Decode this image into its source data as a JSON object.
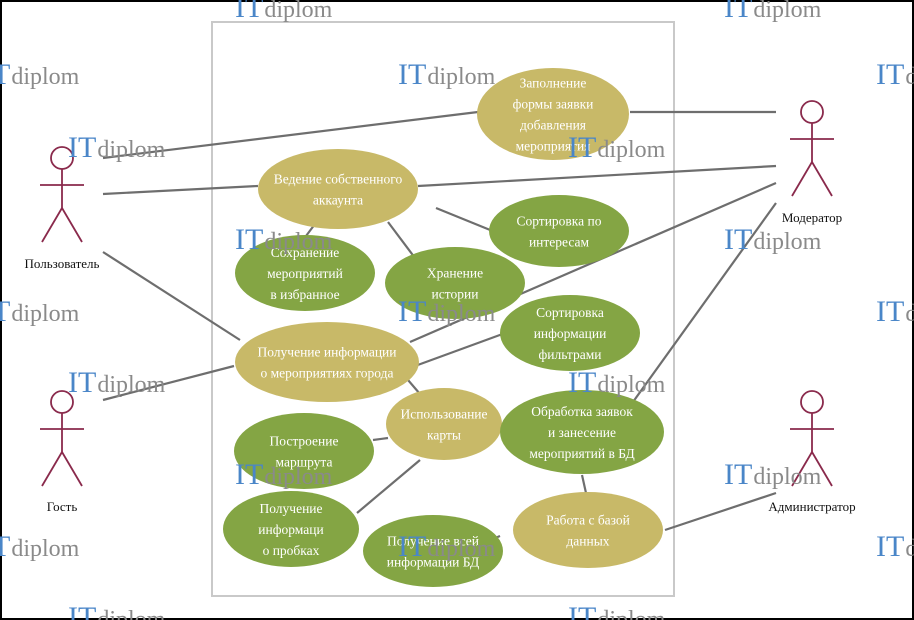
{
  "colors": {
    "gold_ellipse": "#c8b968",
    "green_ellipse": "#84a544",
    "actor_stroke": "#8a2a4c",
    "line": "#6e6e6e",
    "boundary": "#c9c9c9",
    "watermark_it": "#4a86c8",
    "watermark_rest": "#8a8a8a"
  },
  "watermark": {
    "prefix": "IT",
    "suffix": "diplom"
  },
  "actors": [
    {
      "id": "user",
      "label": "Пользователь"
    },
    {
      "id": "guest",
      "label": "Гость"
    },
    {
      "id": "moderator",
      "label": "Модератор"
    },
    {
      "id": "admin",
      "label": "Администратор"
    }
  ],
  "use_cases": [
    {
      "id": "fill_form",
      "lines": [
        "Заполнение",
        "формы заявки",
        "добавления",
        "мероприятия"
      ],
      "color": "gold"
    },
    {
      "id": "account",
      "lines": [
        "Ведение собственного",
        "аккаунта"
      ],
      "color": "gold"
    },
    {
      "id": "sort_interest",
      "lines": [
        "Сортировка по",
        "интересам"
      ],
      "color": "green"
    },
    {
      "id": "save_fav",
      "lines": [
        "Сохранение",
        "мероприятий",
        "в избранное"
      ],
      "color": "green"
    },
    {
      "id": "history",
      "lines": [
        "Хранение",
        "истории"
      ],
      "color": "green"
    },
    {
      "id": "sort_filter",
      "lines": [
        "Сортировка",
        "информации",
        "фильтрами"
      ],
      "color": "green"
    },
    {
      "id": "city_info",
      "lines": [
        "Получение информации",
        "о мероприятиях города"
      ],
      "color": "gold"
    },
    {
      "id": "map",
      "lines": [
        "Использование",
        "карты"
      ],
      "color": "gold"
    },
    {
      "id": "requests",
      "lines": [
        "Обработка заявок",
        "и занесение",
        "мероприятий в БД"
      ],
      "color": "green"
    },
    {
      "id": "route",
      "lines": [
        "Построение",
        "маршрута"
      ],
      "color": "green"
    },
    {
      "id": "traffic",
      "lines": [
        "Получение",
        "информаци",
        "о пробках"
      ],
      "color": "green"
    },
    {
      "id": "db_info",
      "lines": [
        "Получение всей",
        "информации БД"
      ],
      "color": "green"
    },
    {
      "id": "db_work",
      "lines": [
        "Работа с базой",
        "данных"
      ],
      "color": "gold"
    }
  ]
}
